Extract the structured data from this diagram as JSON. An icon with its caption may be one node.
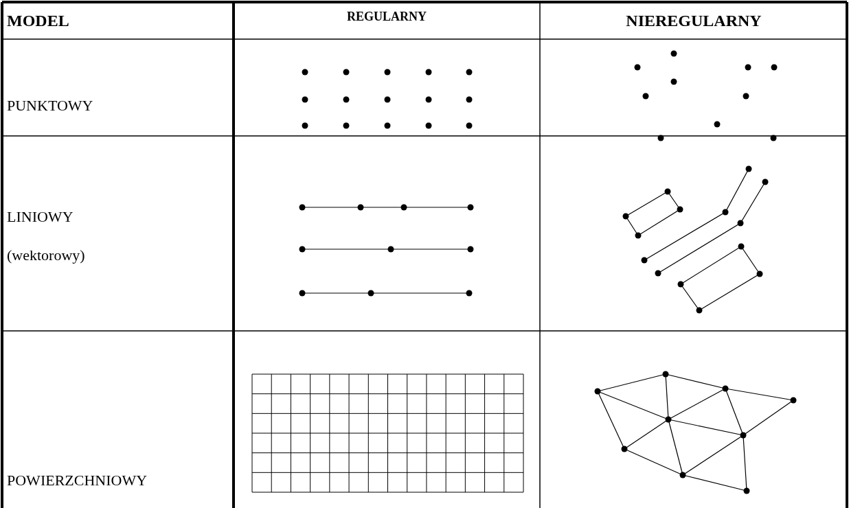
{
  "diagram": {
    "labels": [
      "MODEL",
      "REGULARNY",
      "NIEREGULARNY",
      "PUNKTOWY",
      "LINIOWY",
      "(wektorowy)",
      "POWIERZCHNIOWY"
    ]
  }
}
